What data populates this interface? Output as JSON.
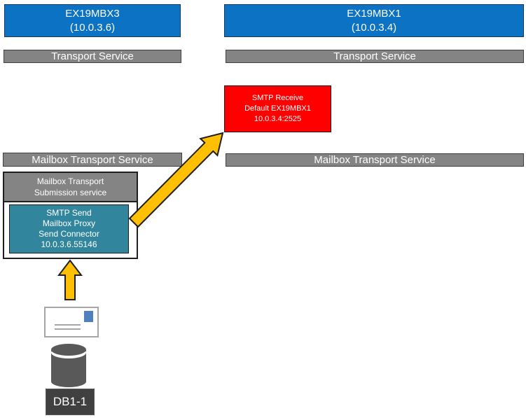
{
  "left_server": {
    "name": "EX19MBX3",
    "ip": "(10.0.3.6)",
    "transport_service": "Transport Service",
    "mailbox_transport_service": "Mailbox Transport Service"
  },
  "right_server": {
    "name": "EX19MBX1",
    "ip": "(10.0.3.4)",
    "transport_service": "Transport Service",
    "mailbox_transport_service": "Mailbox Transport Service"
  },
  "smtp_receive_box": {
    "line1": "SMTP Receive",
    "line2": "Default EX19MBX1",
    "line3": "10.0.3.4:2525"
  },
  "submission_service_box": {
    "line1": "Mailbox Transport",
    "line2": "Submission service"
  },
  "send_connector_box": {
    "line1": "SMTP Send",
    "line2": "Mailbox Proxy",
    "line3": "Send Connector",
    "line4": "10.0.3.6.55146"
  },
  "database": {
    "label": "DB1-1"
  },
  "icons": {
    "envelope": "mail-envelope-icon",
    "database": "database-cylinder-icon",
    "up_arrow": "up-arrow-icon",
    "diagonal_arrow": "diagonal-arrow-icon"
  },
  "colors": {
    "server_blue": "#0B72C4",
    "bar_gray": "#848484",
    "receive_red": "#FE0000",
    "connector_teal": "#31859C",
    "arrow_orange": "#FFC003",
    "cylinder_gray": "#595959",
    "db_dark": "#404040",
    "stamp_blue": "#4F81BD",
    "border_dark": "#1F1F1F"
  }
}
